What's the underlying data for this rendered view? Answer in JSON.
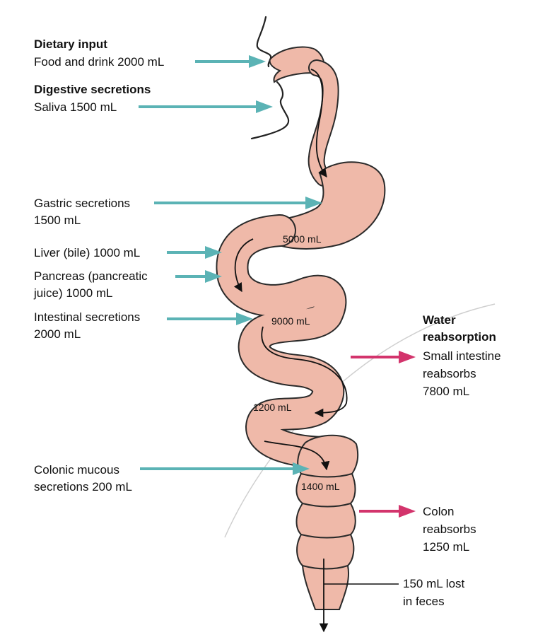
{
  "colors": {
    "gut_fill": "#efb9a9",
    "gut_stroke": "#2a2a2a",
    "input_arrow": "#5bb3b5",
    "reabsorb_arrow": "#d3346c",
    "guide_line": "#c9c9c9",
    "flow_arrow": "#111111"
  },
  "icons": {
    "face": "face-profile-icon",
    "input_arrow": "arrow-right-icon",
    "reabsorb_arrow": "arrow-right-icon",
    "flow_arrow": "arrow-down-icon"
  },
  "inputs": {
    "dietary_heading": "Dietary input",
    "food_drink": "Food and drink 2000 mL",
    "digestive_heading": "Digestive secretions",
    "saliva": "Saliva 1500 mL",
    "gastric_line1": "Gastric secretions",
    "gastric_line2": "1500 mL",
    "liver": "Liver (bile) 1000 mL",
    "pancreas_line1": "Pancreas (pancreatic",
    "pancreas_line2": "juice) 1000 mL",
    "intestinal_line1": "Intestinal secretions",
    "intestinal_line2": "2000 mL",
    "colonic_line1": "Colonic mucous",
    "colonic_line2": "secretions 200 mL"
  },
  "volumes": {
    "stomach": "5000 mL",
    "small_intestine_upper": "9000 mL",
    "small_intestine_lower": "1200 mL",
    "colon": "1400 mL"
  },
  "reabsorption": {
    "heading_line1": "Water",
    "heading_line2": "reabsorption",
    "small_intestine_line1": "Small intestine",
    "small_intestine_line2": "reabsorbs",
    "small_intestine_line3": "7800 mL",
    "colon_line1": "Colon",
    "colon_line2": "reabsorbs",
    "colon_line3": "1250 mL"
  },
  "loss": {
    "line1": "150 mL lost",
    "line2": "in feces"
  }
}
